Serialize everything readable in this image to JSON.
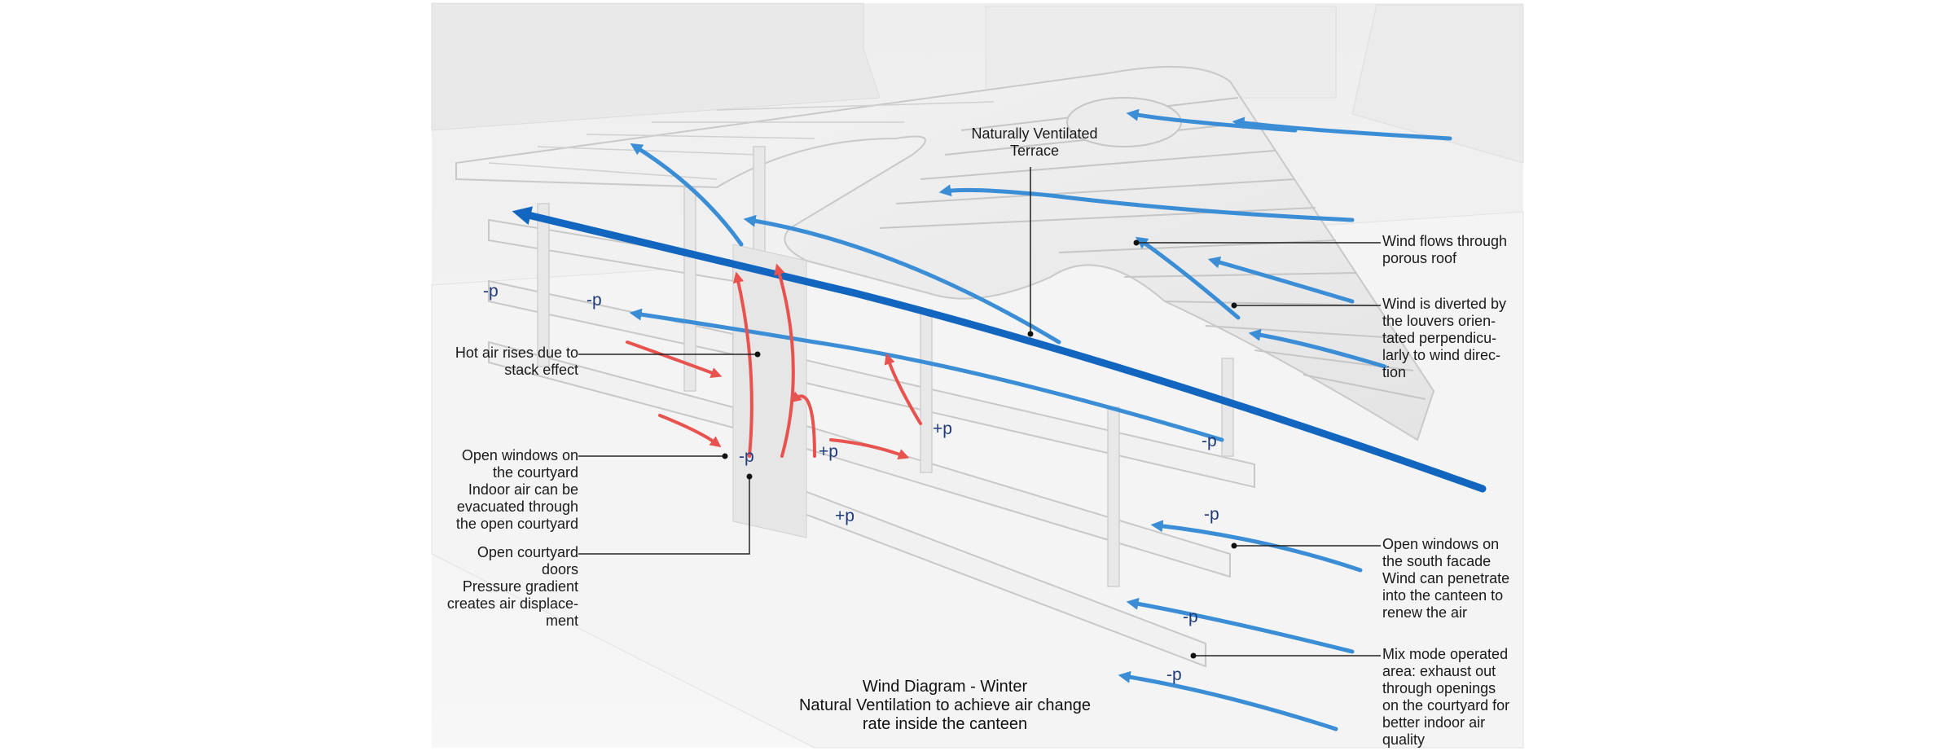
{
  "labels": {
    "terrace": [
      "Naturally Ventilated",
      "Terrace"
    ],
    "porous_roof": [
      "Wind flows through",
      "porous roof"
    ],
    "louvers": [
      "Wind is diverted by",
      "the louvers orien-",
      "tated perpendicu-",
      "larly to wind direc-",
      "tion"
    ],
    "hot_air": [
      "Hot air rises due to",
      "stack effect"
    ],
    "open_windows_courtyard": [
      "Open windows on",
      "the courtyard",
      "Indoor air can be",
      "evacuated through",
      "the open courtyard"
    ],
    "open_courtyard_doors": [
      "Open courtyard",
      "doors",
      "Pressure gradient",
      "creates air displace-",
      "ment"
    ],
    "south_facade": [
      "Open windows on",
      "the south facade",
      "Wind can penetrate",
      "into the canteen to",
      "renew the  air"
    ],
    "mix_mode": [
      "Mix mode operated",
      "area: exhaust out",
      "through openings",
      "on the courtyard for",
      "better indoor air",
      "quality"
    ]
  },
  "pressure_marks": [
    "-p",
    "-p",
    "-p",
    "+p",
    "+p",
    "+p",
    "-p",
    "-p",
    "-p",
    "-p"
  ],
  "title": [
    "Wind Diagram - Winter",
    "Natural Ventilation to achieve air change",
    "rate inside the canteen"
  ],
  "colors": {
    "wind_blue": "#3b8ed6",
    "wind_dark_blue": "#1266c0",
    "hot_air_red": "#e8524f",
    "pressure_text": "#1f3a7a",
    "building": "#f2f2f2"
  }
}
